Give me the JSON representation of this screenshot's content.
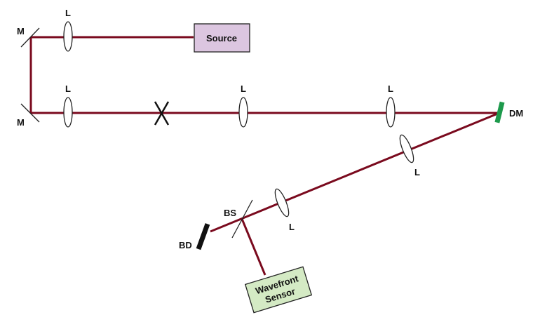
{
  "colors": {
    "beam": "#7a0a1e",
    "source_fill": "#dcc6e0",
    "sensor_fill": "#d4eac4",
    "dm_mirror": "#1d9a4c",
    "beam_dump": "#111111"
  },
  "labels": {
    "mirror_top": "M",
    "mirror_bottom": "M",
    "lens_1": "L",
    "lens_2": "L",
    "lens_3": "L",
    "lens_4": "L",
    "lens_5": "L",
    "lens_6": "L",
    "deformable_mirror": "DM",
    "beam_splitter": "BS",
    "beam_dump": "BD"
  },
  "boxes": {
    "source": "Source",
    "wavefront_sensor_line1": "Wavefront",
    "wavefront_sensor_line2": "Sensor"
  }
}
